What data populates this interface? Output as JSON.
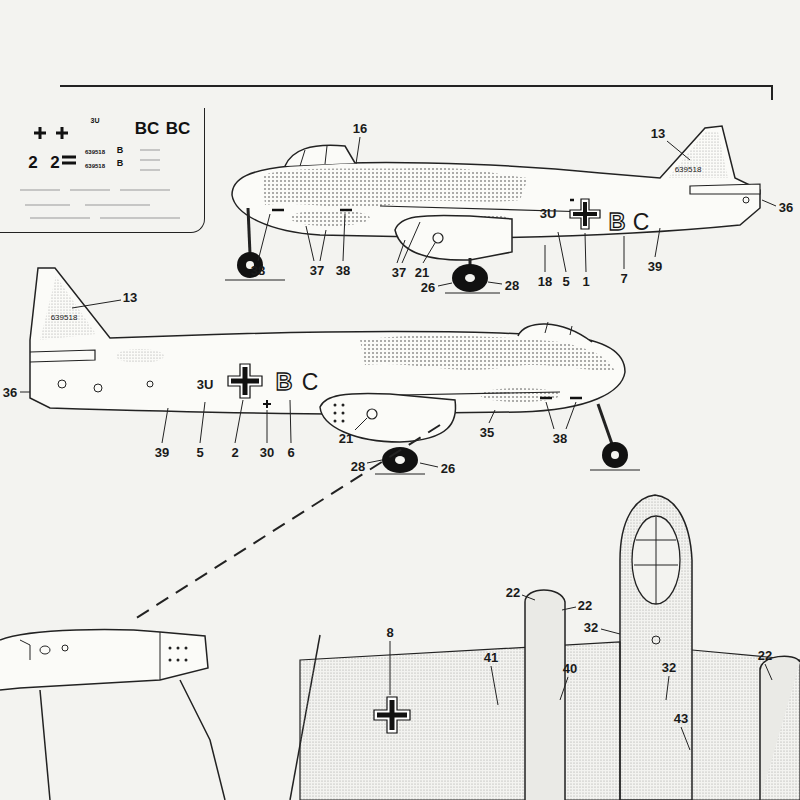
{
  "diagram": {
    "nodes": [
      {
        "text": [
          "BC",
          "BC",
          "2",
          "2",
          "3U",
          "B",
          "B",
          "639518",
          "639518"
        ]
      }
    ],
    "labels": [
      "16",
      "13",
      "639518",
      "36",
      "38",
      "37",
      "38",
      "37",
      "21",
      "26",
      "28",
      "18",
      "5",
      "1",
      "7",
      "39",
      "3U",
      "B",
      "C",
      "13",
      "639518",
      "36",
      "3U",
      "B",
      "C",
      "39",
      "5",
      "2",
      "30",
      "6",
      "21",
      "28",
      "26",
      "35",
      "38",
      "8",
      "41",
      "40",
      "22",
      "22",
      "32",
      "32",
      "22",
      "43"
    ]
  }
}
